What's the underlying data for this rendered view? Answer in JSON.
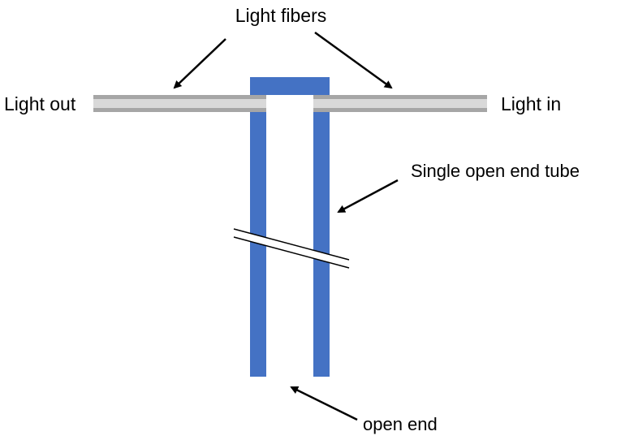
{
  "labels": {
    "light_fibers": "Light fibers",
    "light_out": "Light out",
    "light_in": "Light in",
    "tube": "Single open end tube",
    "open_end": "open end"
  },
  "colors": {
    "tube": "#4472C4",
    "fiber_outer": "#A6A6A6",
    "fiber_core": "#D9D9D9",
    "arrow": "#000000",
    "text": "#000000",
    "background": "#FFFFFF"
  }
}
